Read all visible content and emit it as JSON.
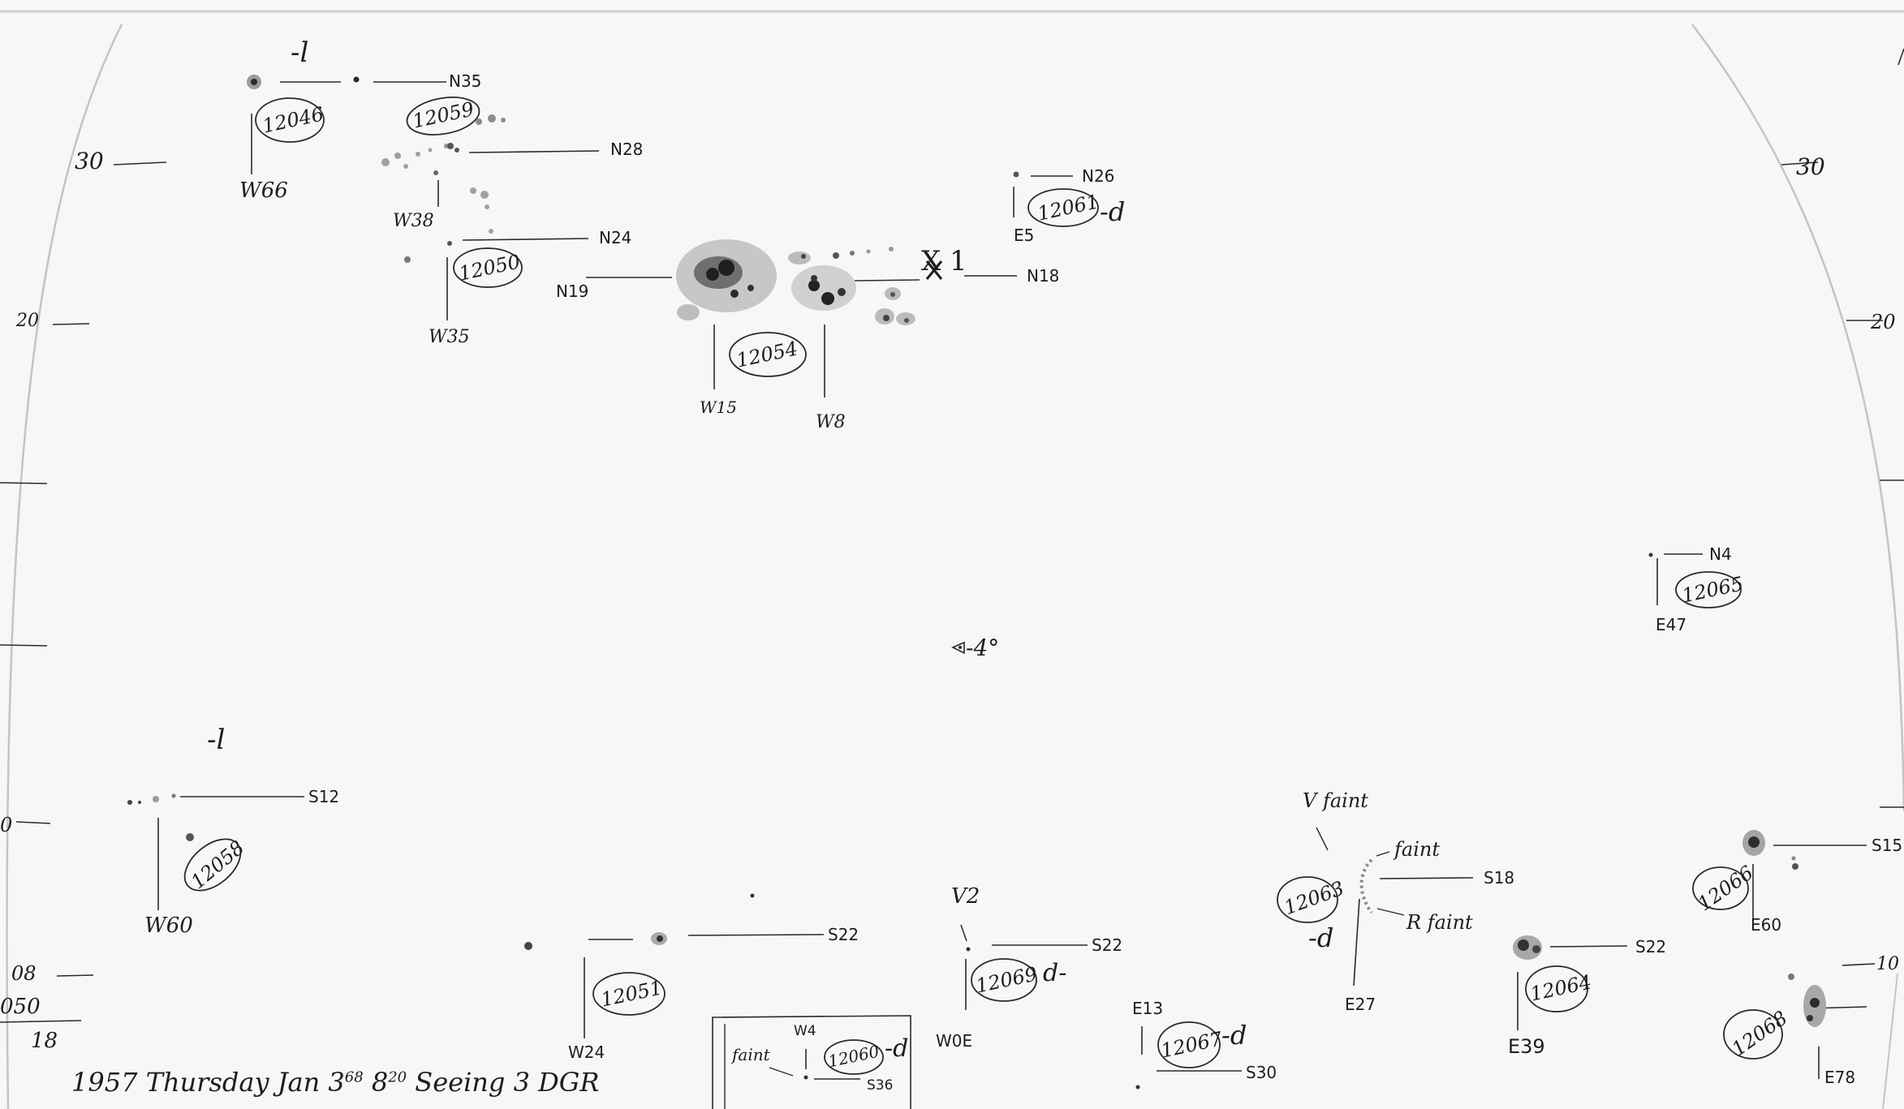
{
  "footer": {
    "year": "1957",
    "day": "Thursday",
    "date": "Jan 3",
    "superscript": "68",
    "time": "8",
    "time_sup": "20",
    "seeing": "Seeing 3",
    "initials": "DGR"
  },
  "center_marker": "-4°",
  "flare_marker": "X 1",
  "edge_ticks": {
    "left_30": "30",
    "left_20": "20",
    "right_30": "30",
    "right_20": "20",
    "right_10": "10",
    "left_08": "08",
    "left_050": "050",
    "left_18": "18",
    "left_0": "0"
  },
  "regions": [
    {
      "id": "12046",
      "lat": "N35",
      "lon": "W66",
      "note": "-l"
    },
    {
      "id": "12059",
      "lat": "",
      "lon": "W38",
      "note": ""
    },
    {
      "id": "12050",
      "lat": "N24",
      "lon": "W35",
      "note": ""
    },
    {
      "id": "12054",
      "lat": "N19",
      "lat2": "N18",
      "lon": "W15",
      "lon2": "W8",
      "note": ""
    },
    {
      "id": "12061",
      "lat": "N26",
      "lon": "E5",
      "note": "-d"
    },
    {
      "id": "12065",
      "lat": "N4",
      "lon": "E47",
      "note": ""
    },
    {
      "id": "12058",
      "lat": "S12",
      "lon": "W60",
      "note": "-l"
    },
    {
      "id": "12051",
      "lat": "S22",
      "lon": "W24",
      "note": ""
    },
    {
      "id": "12060",
      "lat": "S36",
      "lon": "W4",
      "note": "-d",
      "extra": "faint"
    },
    {
      "id": "12069",
      "lat": "S22",
      "lon": "W0E",
      "note": "d-",
      "extra": "V2"
    },
    {
      "id": "12067",
      "lat": "S30",
      "lon": "E13",
      "note": "-d"
    },
    {
      "id": "12063",
      "lat": "S18",
      "lon": "E27",
      "note": "-d",
      "extra": "V faint",
      "extra2": "faint",
      "extra3": "R faint"
    },
    {
      "id": "12064",
      "lat": "S22",
      "lon": "E39",
      "note": ""
    },
    {
      "id": "12066",
      "lat": "S15",
      "lon": "E60",
      "note": ""
    },
    {
      "id": "12068",
      "lat": "",
      "lon": "E78",
      "note": "",
      "extra": "10"
    }
  ],
  "n28_label": "N28",
  "colors": {
    "ink": "#1d1d1d",
    "spot": "#2a2a2a",
    "penumbra": "#9a9a9a",
    "limb": "#bdbdbd"
  }
}
